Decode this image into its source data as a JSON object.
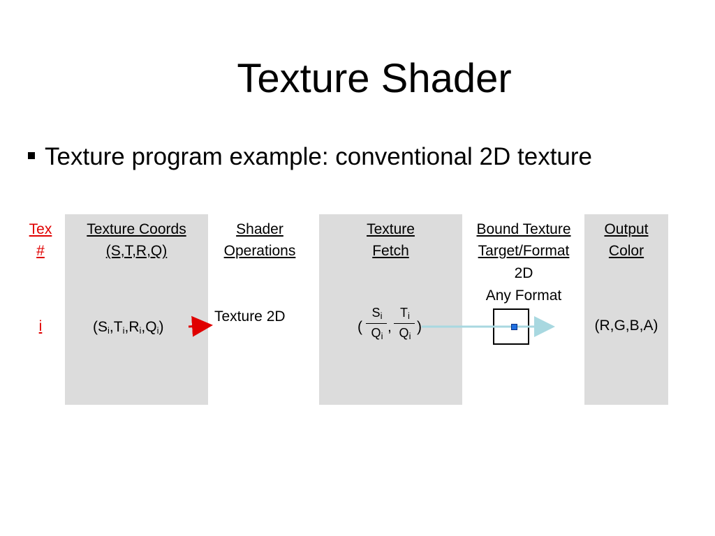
{
  "slide": {
    "title": "Texture Shader",
    "bullet": "Texture program example: conventional 2D texture"
  },
  "diagram": {
    "columns": {
      "tex_num": {
        "line1": "Tex",
        "line2": "#"
      },
      "tex_coords": {
        "line1": "Texture Coords",
        "line2": "(S,T,R,Q)"
      },
      "shader_ops": {
        "line1": "Shader",
        "line2": "Operations"
      },
      "tex_fetch": {
        "line1": "Texture",
        "line2": "Fetch"
      },
      "bound_tex": {
        "line1": "Bound Texture",
        "line2": "Target/Format"
      },
      "output": {
        "line1": "Output",
        "line2": "Color"
      }
    },
    "row": {
      "index": "i",
      "coords": {
        "open": "(",
        "S": "S",
        "T": "T",
        "R": "R",
        "Q": "Q",
        "sub": "i",
        "comma": ",",
        "close": ")"
      },
      "operation": "Texture 2D",
      "fetch": {
        "open": "(",
        "num1": "S",
        "num2": "T",
        "den1": "Q",
        "den2": "Q",
        "sub": "i",
        "comma": ",",
        "close": ")"
      },
      "target": "2D",
      "format": "Any Format",
      "output": "(R,G,B,A)"
    },
    "colors": {
      "red_arrow": "#e00000",
      "cyan_arrow": "#a8d8e0",
      "texel": "#1f6fe0",
      "panel": "#dcdcdc"
    }
  }
}
